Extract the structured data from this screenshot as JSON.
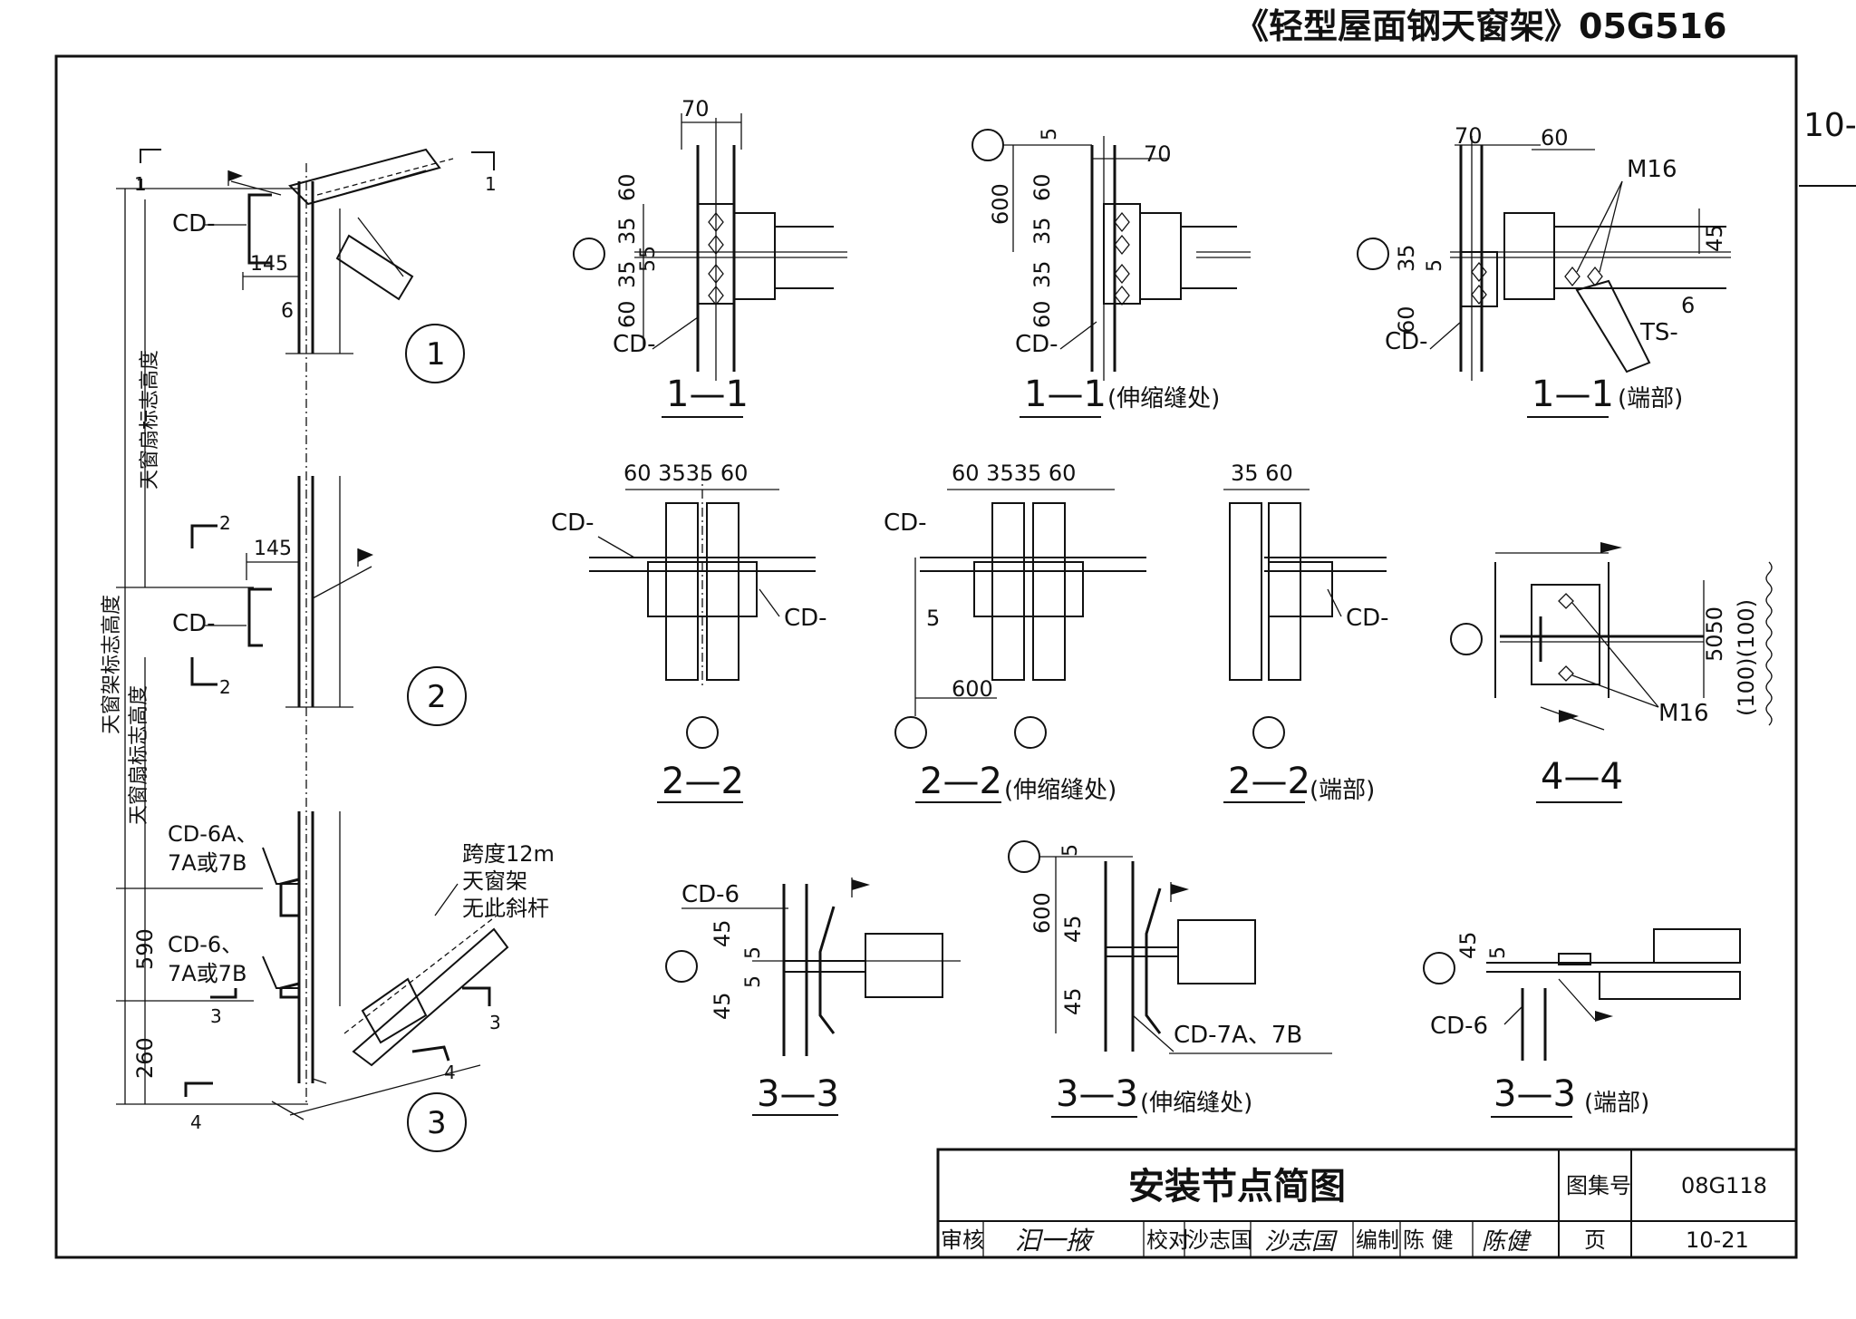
{
  "header": {
    "title": "《轻型屋面钢天窗架》05G516",
    "page_tag": "10-"
  },
  "left_elevation": {
    "dim_top_label": "1",
    "cd_top": "CD-",
    "dim_145_a": "145",
    "dim_6": "6",
    "callout_1": "1",
    "sec_2_label": "2",
    "dim_145_b": "145",
    "cd_mid": "CD-",
    "callout_2": "2",
    "cd_6a": "CD-6A、",
    "cd_6a_b": "7A或7B",
    "cd_6": "CD-6、",
    "cd_6_b": "7A或7B",
    "span_note_1": "跨度12m",
    "span_note_2": "天窗架",
    "span_note_3": "无此斜杆",
    "dim_590": "590",
    "dim_260": "260",
    "sec_3_label": "3",
    "sec_4_label": "4",
    "callout_3": "3",
    "v_text_1": "天窗扇标志高度",
    "v_text_2": "天窗架标志高度",
    "v_text_3": "天窗扇标志高度"
  },
  "details": {
    "d11": {
      "title": "1—1",
      "dim_70": "70",
      "dim_60a": "60",
      "dim_35a": "35",
      "dim_5a": "5",
      "dim_5b": "5",
      "dim_35b": "35",
      "dim_60b": "60",
      "cd": "CD-"
    },
    "d11e": {
      "title": "1—1",
      "note": "(伸缩缝处)",
      "dim_5": "5",
      "dim_70": "70",
      "dim_600": "600",
      "dim_60a": "60",
      "dim_35a": "35",
      "dim_35b": "35",
      "dim_60b": "60",
      "cd": "CD-"
    },
    "d11d": {
      "title": "1—1",
      "note": "(端部)",
      "dim_70": "70",
      "dim_60": "60",
      "m16": "M16",
      "dim_45": "45",
      "dim_35": "35",
      "dim_5": "5",
      "dim_60b": "60",
      "dim_6": "6",
      "ts": "TS-",
      "cd": "CD-"
    },
    "d22": {
      "title": "2—2",
      "dims": "60 3535 60",
      "cd_a": "CD-",
      "cd_b": "CD-"
    },
    "d22e": {
      "title": "2—2",
      "note": "(伸缩缝处)",
      "dims": "60 3535 60",
      "cd_a": "CD-",
      "dim_5": "5",
      "dim_600": "600"
    },
    "d22d": {
      "title": "2—2",
      "note": "(端部)",
      "dims": "35 60",
      "cd": "CD-"
    },
    "d44": {
      "title": "4—4",
      "dims_a": "5050",
      "dims_b": "(100)(100)",
      "m16": "M16"
    },
    "d33": {
      "title": "3—3",
      "cd": "CD-6",
      "dim_45a": "45",
      "dim_5a": "5",
      "dim_5b": "5",
      "dim_45b": "45"
    },
    "d33e": {
      "title": "3—3",
      "note": "(伸缩缝处)",
      "dim_5": "5",
      "dim_600": "600",
      "dim_45a": "45",
      "dim_45b": "45",
      "cd": "CD-7A、7B"
    },
    "d33d": {
      "title": "3—3",
      "note": "(端部)",
      "dim_45": "45",
      "dim_5": "5",
      "cd": "CD-6"
    }
  },
  "title_block": {
    "drawing_title": "安装节点简图",
    "atlas_label": "图集号",
    "atlas_no": "08G118",
    "review_label": "审核",
    "review_sig": "汩一掖",
    "check_label": "校对",
    "check_name": "沙志国",
    "check_sig": "沙志国",
    "draft_label": "编制",
    "draft_name": "陈  健",
    "draft_sig": "陈健",
    "page_label": "页",
    "page_no": "10-21"
  }
}
